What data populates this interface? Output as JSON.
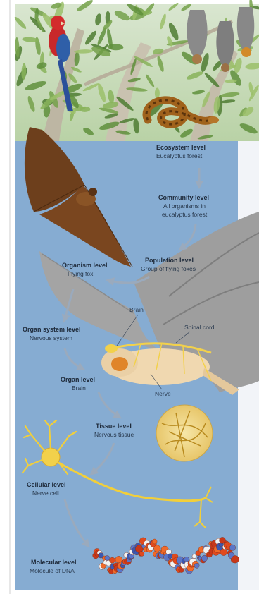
{
  "levels": [
    {
      "key": "ecosystem",
      "title": "Ecosystem level",
      "subtitle": "Eucalyptus forest"
    },
    {
      "key": "community",
      "title": "Community level",
      "subtitle_line1": "All organisms in",
      "subtitle_line2": "eucalyptus forest"
    },
    {
      "key": "population",
      "title": "Population level",
      "subtitle": "Group of flying foxes"
    },
    {
      "key": "organism",
      "title": "Organism level",
      "subtitle": "Flying fox"
    },
    {
      "key": "organ_system",
      "title": "Organ system level",
      "subtitle": "Nervous system"
    },
    {
      "key": "organ",
      "title": "Organ level",
      "subtitle": "Brain"
    },
    {
      "key": "tissue",
      "title": "Tissue level",
      "subtitle": "Nervous tissue"
    },
    {
      "key": "cellular",
      "title": "Cellular level",
      "subtitle": "Nerve cell"
    },
    {
      "key": "molecular",
      "title": "Molecular level",
      "subtitle": "Molecule of DNA"
    }
  ],
  "anatomy_labels": {
    "brain": "Brain",
    "spinal_cord": "Spinal cord",
    "nerve": "Nerve"
  },
  "colors": {
    "panel_blue": "#86acd2",
    "arrow_gray": "#9aaabd",
    "bat_wing": "#9c9c9c",
    "forest_green": "#6e9a48"
  },
  "icons": [
    "parrot-icon",
    "hanging-bat-icon",
    "python-snake-icon",
    "flying-fox-icon",
    "bat-wing-icon",
    "nerve-cell-icon",
    "dna-molecule-icon"
  ]
}
